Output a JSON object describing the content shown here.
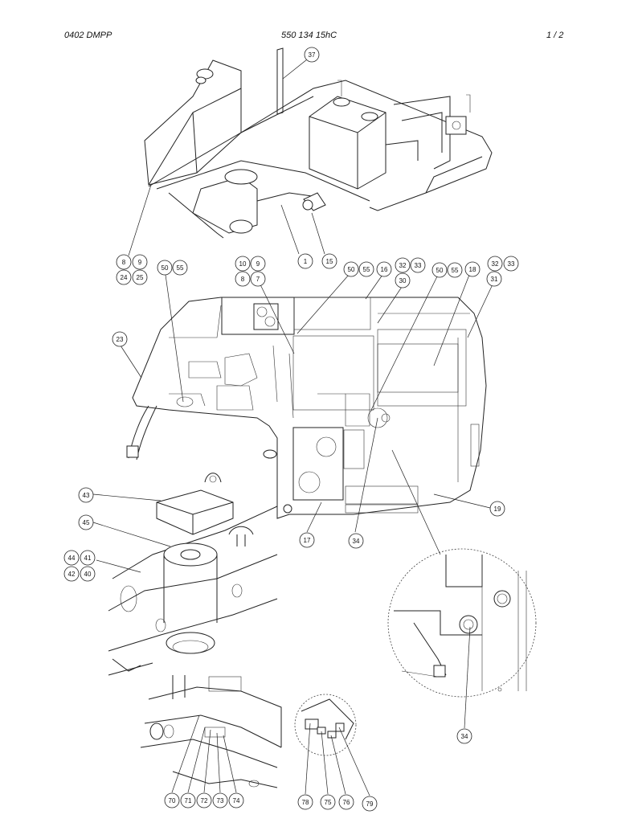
{
  "header": {
    "left": "0402 DMPP",
    "center": "550 134 15hC",
    "right": "1 /   2"
  },
  "callouts": [
    {
      "id": "37",
      "label": "37"
    },
    {
      "id": "8a",
      "label": "8"
    },
    {
      "id": "9a",
      "label": "9"
    },
    {
      "id": "24",
      "label": "24"
    },
    {
      "id": "25",
      "label": "25"
    },
    {
      "id": "1",
      "label": "1"
    },
    {
      "id": "15",
      "label": "15"
    },
    {
      "id": "50a",
      "label": "50"
    },
    {
      "id": "55a",
      "label": "55"
    },
    {
      "id": "10",
      "label": "10"
    },
    {
      "id": "9b",
      "label": "9"
    },
    {
      "id": "8b",
      "label": "8"
    },
    {
      "id": "7",
      "label": "7"
    },
    {
      "id": "50b",
      "label": "50"
    },
    {
      "id": "55b",
      "label": "55"
    },
    {
      "id": "16",
      "label": "16"
    },
    {
      "id": "32a",
      "label": "32"
    },
    {
      "id": "33a",
      "label": "33"
    },
    {
      "id": "30",
      "label": "30"
    },
    {
      "id": "50c",
      "label": "50"
    },
    {
      "id": "55c",
      "label": "55"
    },
    {
      "id": "18",
      "label": "18"
    },
    {
      "id": "32b",
      "label": "32"
    },
    {
      "id": "33b",
      "label": "33"
    },
    {
      "id": "31",
      "label": "31"
    },
    {
      "id": "23",
      "label": "23"
    },
    {
      "id": "43",
      "label": "43"
    },
    {
      "id": "45",
      "label": "45"
    },
    {
      "id": "44",
      "label": "44"
    },
    {
      "id": "41",
      "label": "41"
    },
    {
      "id": "42",
      "label": "42"
    },
    {
      "id": "40",
      "label": "40"
    },
    {
      "id": "17",
      "label": "17"
    },
    {
      "id": "34a",
      "label": "34"
    },
    {
      "id": "19",
      "label": "19"
    },
    {
      "id": "34b",
      "label": "34"
    },
    {
      "id": "70",
      "label": "70"
    },
    {
      "id": "71",
      "label": "71"
    },
    {
      "id": "72",
      "label": "72"
    },
    {
      "id": "73",
      "label": "73"
    },
    {
      "id": "74",
      "label": "74"
    },
    {
      "id": "78",
      "label": "78"
    },
    {
      "id": "75",
      "label": "75"
    },
    {
      "id": "76",
      "label": "76"
    },
    {
      "id": "79",
      "label": "79"
    }
  ]
}
